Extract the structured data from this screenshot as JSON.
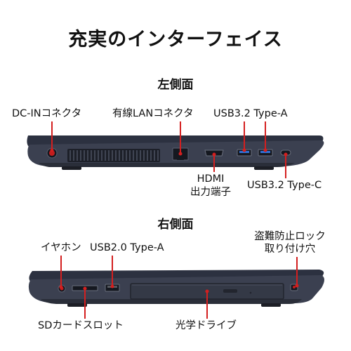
{
  "title": "充実のインターフェイス",
  "left_side": {
    "heading": "左側面",
    "labels": {
      "dc_in": "DC-INコネクタ",
      "lan": "有線LANコネクタ",
      "usb32a": "USB3.2 Type-A",
      "hdmi_line1": "HDMI",
      "hdmi_line2": "出力端子",
      "usb32c": "USB3.2 Type-C"
    }
  },
  "right_side": {
    "heading": "右側面",
    "labels": {
      "earphone": "イヤホン",
      "usb20a": "USB2.0 Type-A",
      "lock_line1": "盗難防止ロック",
      "lock_line2": "取り付け穴",
      "sd": "SDカードスロット",
      "optical": "光学ドライブ"
    }
  },
  "colors": {
    "body": "#3b4050",
    "body_dark": "#23262f",
    "leader": "#d41f1f",
    "usb_blue": "#2f6fd6"
  }
}
